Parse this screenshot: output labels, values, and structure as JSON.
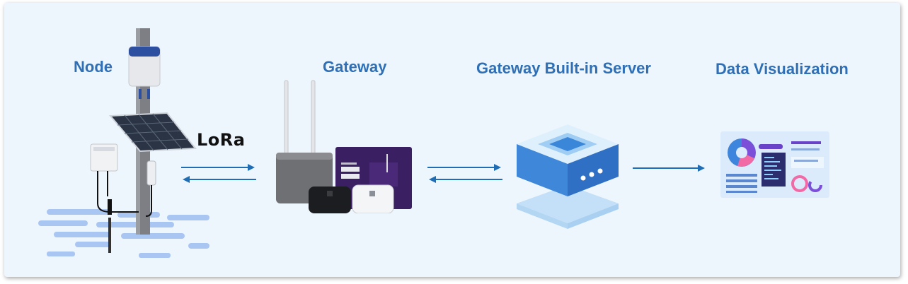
{
  "stages": {
    "node": "Node",
    "gateway": "Gateway",
    "server": "Gateway Built-in Server",
    "visualization": "Data Visualization"
  },
  "link": {
    "protocol": "LoRa"
  },
  "colors": {
    "accent": "#2e6fb5",
    "arrow": "#1f6db5",
    "background": "#eef6fd"
  }
}
